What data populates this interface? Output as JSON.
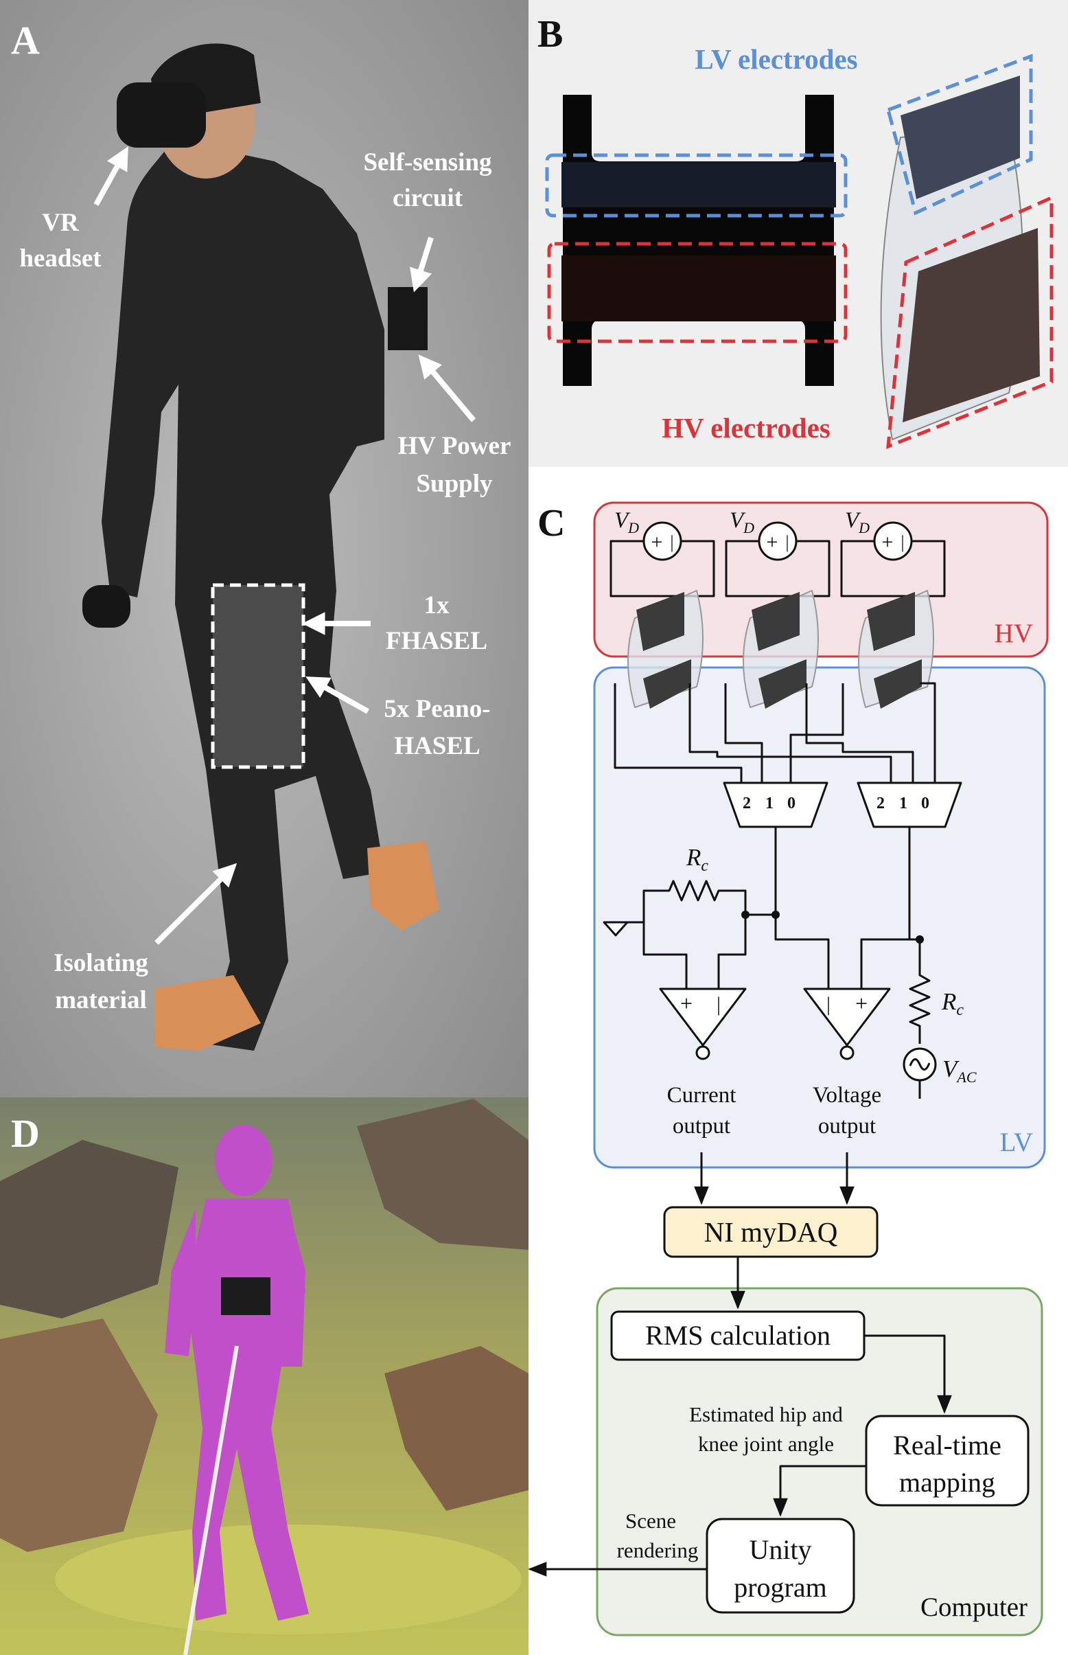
{
  "panels": {
    "a": {
      "letter": "A",
      "labels": {
        "vr_headset_1": "VR",
        "vr_headset_2": "headset",
        "self_sensing_1": "Self-sensing",
        "self_sensing_2": "circuit",
        "hv_supply_1": "HV Power",
        "hv_supply_2": "Supply",
        "fhasel_1": "1x",
        "fhasel_2": "FHASEL",
        "peano_1": "5x Peano-",
        "peano_2": "HASEL",
        "isolating_1": "Isolating",
        "isolating_2": "material"
      }
    },
    "b": {
      "letter": "B",
      "lv_title": "LV electrodes",
      "hv_title": "HV electrodes"
    },
    "c": {
      "letter": "C",
      "hv_region": "HV",
      "lv_region": "LV",
      "source_sym": "V",
      "source_sub": "D",
      "plus": "+",
      "minus": "|",
      "mux_inputs": [
        "2",
        "1",
        "0"
      ],
      "resistor_sym": "R",
      "resistor_sub": "c",
      "vac_sym": "V",
      "vac_sub": "AC",
      "current_out_1": "Current",
      "current_out_2": "output",
      "voltage_out_1": "Voltage",
      "voltage_out_2": "output",
      "daq": "NI myDAQ",
      "computer": {
        "region": "Computer",
        "rms": "RMS calculation",
        "mapping_1": "Real-time",
        "mapping_2": "mapping",
        "unity_1": "Unity",
        "unity_2": "program",
        "est_1": "Estimated hip and",
        "est_2": "knee joint angle",
        "scene_1": "Scene",
        "scene_2": "rendering"
      }
    },
    "d": {
      "letter": "D"
    }
  },
  "colors": {
    "hv": "#d8353b",
    "lv": "#5b8fd6",
    "hv_fill": "#f5e3e5",
    "lv_fill": "#edf0f6",
    "computer_stroke": "#7aa864",
    "computer_fill": "#eef1ea",
    "daq_fill": "#fdf0cf"
  }
}
